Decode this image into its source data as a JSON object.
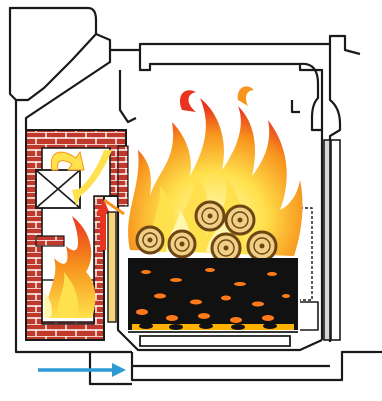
{
  "diagram": {
    "title": "",
    "labels": [],
    "colors": {
      "outline": "#1a1a1a",
      "brick": "#c0392b",
      "brick_mortar": "#ffffff",
      "flame_red": "#e8331f",
      "flame_orange": "#f7941d",
      "flame_yellow": "#ffe14d",
      "flame_pale": "#fff6b0",
      "coal": "#111111",
      "ember": "#ff7a18",
      "ember_glow": "#ffb000",
      "log_bark": "#8a5a1e",
      "log_face": "#f0cf86",
      "log_ring": "#6d4613",
      "air_arrow": "#2e9ad6",
      "glass": "#d7d7d7"
    },
    "components": [
      "stove-hood",
      "firebox-shell",
      "brick-heat-chamber",
      "heat-exchanger-box",
      "firebox-flames",
      "log-stack",
      "coal-bed",
      "glowing-ember-layer",
      "front-door-glass",
      "air-inlet-arrow",
      "ash-pan"
    ]
  }
}
